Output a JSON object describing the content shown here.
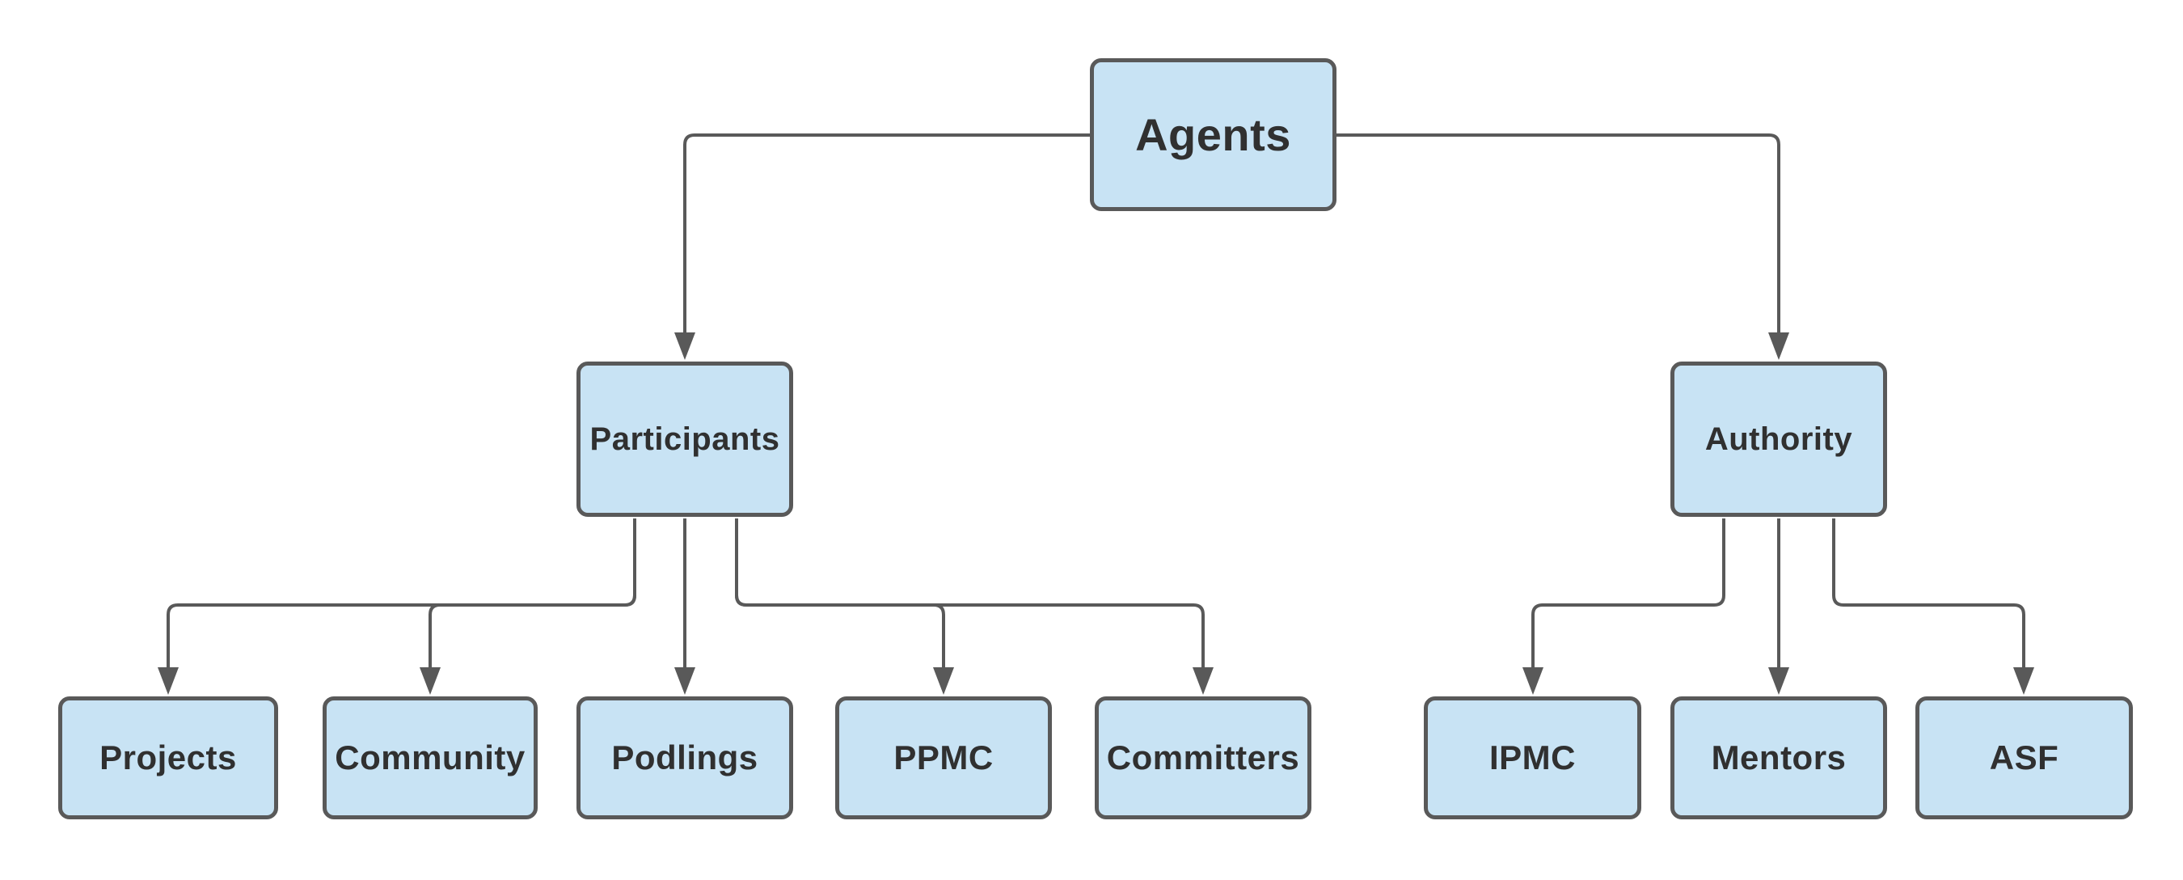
{
  "diagram": {
    "background": "#ffffff",
    "colors": {
      "node_fill": "#c8e3f4",
      "node_stroke": "#595959",
      "connector": "#595959",
      "text": "#303030"
    },
    "nodes": {
      "agents": {
        "label": "Agents"
      },
      "participants": {
        "label": "Participants"
      },
      "authority": {
        "label": "Authority"
      },
      "projects": {
        "label": "Projects"
      },
      "community": {
        "label": "Community"
      },
      "podlings": {
        "label": "Podlings"
      },
      "ppmc": {
        "label": "PPMC"
      },
      "committers": {
        "label": "Committers"
      },
      "ipmc": {
        "label": "IPMC"
      },
      "mentors": {
        "label": "Mentors"
      },
      "asf": {
        "label": "ASF"
      }
    },
    "edges": [
      {
        "from": "agents",
        "to": "participants"
      },
      {
        "from": "agents",
        "to": "authority"
      },
      {
        "from": "participants",
        "to": "projects"
      },
      {
        "from": "participants",
        "to": "community"
      },
      {
        "from": "participants",
        "to": "podlings"
      },
      {
        "from": "participants",
        "to": "ppmc"
      },
      {
        "from": "participants",
        "to": "committers"
      },
      {
        "from": "authority",
        "to": "ipmc"
      },
      {
        "from": "authority",
        "to": "mentors"
      },
      {
        "from": "authority",
        "to": "asf"
      }
    ]
  }
}
